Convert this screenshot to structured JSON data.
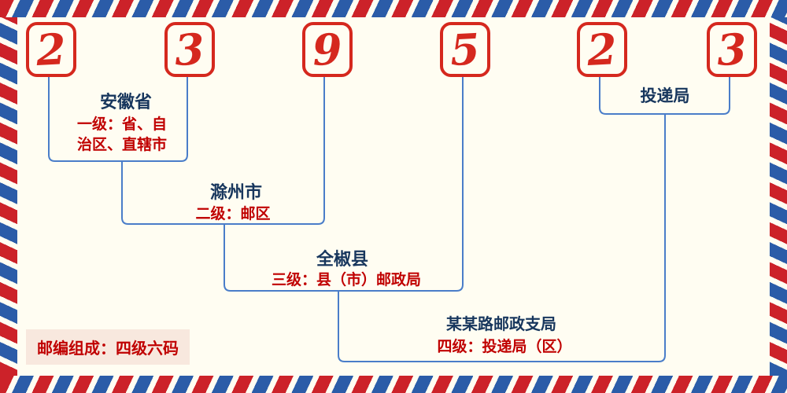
{
  "diagram": {
    "digits": [
      "2",
      "3",
      "9",
      "5",
      "2",
      "3"
    ],
    "levels": [
      {
        "name": "安徽省",
        "desc_lines": [
          "一级：省、自",
          "治区、直辖市"
        ]
      },
      {
        "name": "滁州市",
        "desc_lines": [
          "二级：邮区"
        ]
      },
      {
        "name": "全椒县",
        "desc_lines": [
          "三级：县（市）邮政局"
        ]
      },
      {
        "name": "某某路邮政支局",
        "desc_lines": [
          "四级：投递局（区）"
        ]
      },
      {
        "name": "投递局",
        "desc_lines": []
      }
    ],
    "footer_note": "邮编组成：四级六码",
    "colors": {
      "digit_red": "#d5281e",
      "label_blue": "#17365d",
      "desc_red": "#c00000",
      "line_blue": "#4a7dc9",
      "stripe_red": "#cc2229",
      "stripe_blue": "#2b5ca8",
      "background": "#fffdf2"
    }
  }
}
